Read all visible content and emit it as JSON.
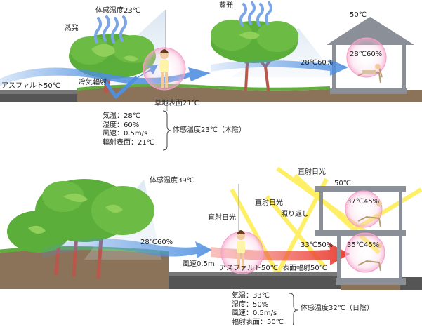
{
  "top": {
    "evaporation_left": "蒸発",
    "evaporation_right": "蒸発",
    "felt_temp_person": "体感温度23℃",
    "asphalt": "アスファルト50℃",
    "cool_radiation": "冷気輻射",
    "lawn_surface": "草地表面21℃",
    "house_roof_temp": "50℃",
    "wind_air": "28℃60%",
    "indoor": "28℃60%",
    "conditions": [
      "気温：28℃",
      "湿度：60%",
      "風速：0.5m/s",
      "輻射表面：21℃"
    ],
    "summary": "体感温度23℃（木陰）"
  },
  "bottom": {
    "felt_temp_person": "体感温度39℃",
    "wind_air": "28℃60%",
    "direct_sun_1": "直射日光",
    "direct_sun_2": "直射日光",
    "direct_sun_3": "直射日光",
    "reflection": "照り返し",
    "roof_temp": "50℃",
    "upper_room": "37℃45%",
    "lower_room": "35℃45%",
    "heated_air": "33℃50%",
    "wind_speed": "風速0.5m",
    "asphalt": "アスファルト50℃",
    "surface_radiation": "表面輻射50℃",
    "conditions": [
      "気温：33℃",
      "湿度：50%",
      "風速：0.5m/s",
      "輻射表面：50℃"
    ],
    "summary": "体感温度32℃（日陰）"
  },
  "colors": {
    "foliage": "#5cae3a",
    "foliage_light": "#8fcf5a",
    "trunk": "#b8574c",
    "ground": "#8a7358",
    "wind_blue": "#4f8fe0",
    "heat_red": "#e8362a",
    "sun_yellow": "#ffee55",
    "halo_pink": "#f4a0c8"
  }
}
